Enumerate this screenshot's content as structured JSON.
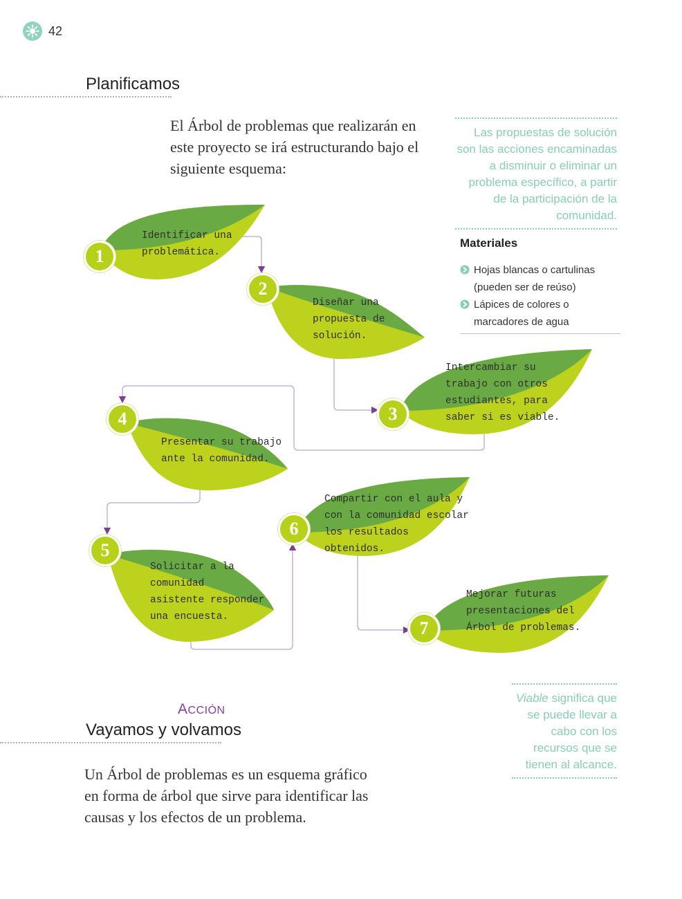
{
  "page": {
    "number": "42"
  },
  "planning": {
    "title": "Planificamos",
    "intro": "El Árbol de problemas que realizarán en este proyecto se irá estructurando bajo el siguiente esquema:"
  },
  "note_solutions": "Las propuestas de solución son las acciones encaminadas a disminuir o eliminar un problema específico, a partir de la participación de la comunidad.",
  "materials": {
    "title": "Materiales",
    "items": [
      "Hojas blancas o cartulinas (pueden ser de reúso)",
      "Lápices de colores o marcadores de agua"
    ]
  },
  "steps": [
    {
      "number": "1",
      "text": "Identificar una\nproblemática."
    },
    {
      "number": "2",
      "text": "Diseñar una\npropuesta de\nsolución."
    },
    {
      "number": "3",
      "text": "Intercambiar su\ntrabajo con otros\nestudiantes, para\nsaber si es viable."
    },
    {
      "number": "4",
      "text": "Presentar su trabajo\nante la comunidad."
    },
    {
      "number": "5",
      "text": "Solicitar a la\ncomunidad\nasistente responder\nuna encuesta."
    },
    {
      "number": "6",
      "text": "Compartir con el aula y\ncon la comunidad escolar\nlos resultados obtenidos."
    },
    {
      "number": "7",
      "text": "Mejorar futuras\npresentaciones del\nÁrbol de problemas."
    }
  ],
  "note_viable": {
    "term": "Viable",
    "rest": " significa que se puede llevar a cabo con los recursos que se tienen al alcance."
  },
  "action": {
    "label_first": "A",
    "label_rest": "CCIÓN",
    "title": "Vayamos y volvamos",
    "body": "Un Árbol de problemas es un esquema gráfico en forma de árbol que sirve para identificar las causas y los efectos de un problema."
  },
  "colors": {
    "leaf_dark": "#6aaa45",
    "leaf_light": "#bcd21c",
    "badge": "#b7d11a",
    "connector": "#b9a7cf",
    "arrow": "#7b3f98",
    "note_text": "#87cdb8",
    "accent_purple": "#8a3c9c"
  }
}
